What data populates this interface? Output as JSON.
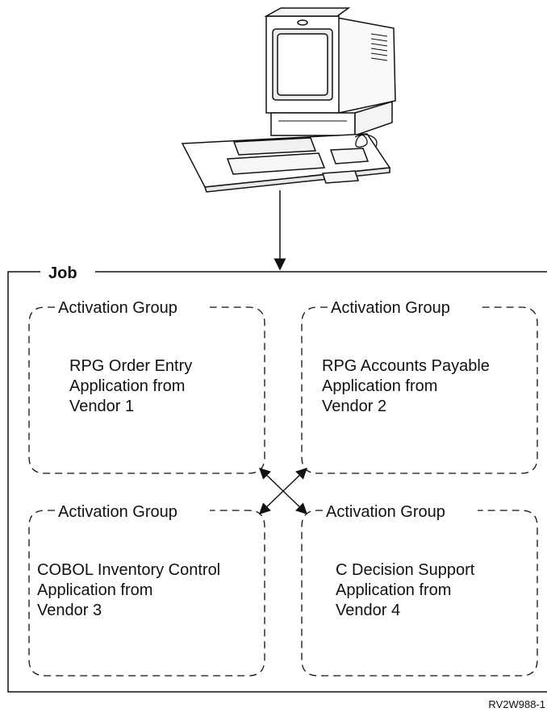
{
  "job": {
    "label": "Job"
  },
  "activation_groups": [
    {
      "title": "Activation Group",
      "lines": [
        "RPG Order Entry",
        "Application from",
        "Vendor 1"
      ]
    },
    {
      "title": "Activation Group",
      "lines": [
        "RPG Accounts Payable",
        "Application from",
        "Vendor 2"
      ]
    },
    {
      "title": "Activation Group",
      "lines": [
        "COBOL Inventory Control",
        "Application from",
        "Vendor 3"
      ]
    },
    {
      "title": "Activation Group",
      "lines": [
        "C Decision Support",
        "Application from",
        "Vendor 4"
      ]
    }
  ],
  "figure_id": "RV2W988-1",
  "icons": {
    "terminal": "workstation-terminal-icon"
  }
}
